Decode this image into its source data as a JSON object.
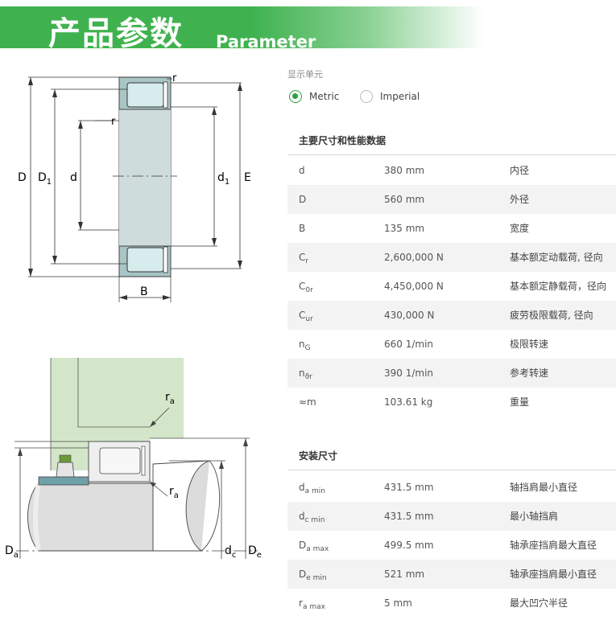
{
  "header": {
    "title_cn": "产品参数",
    "title_en": "Parameter"
  },
  "drawing": {
    "labels": {
      "D": "D",
      "D1_main": "D",
      "D1_sub": "1",
      "d": "d",
      "d1_main": "d",
      "d1_sub": "1",
      "E": "E",
      "B": "B",
      "r_top": "r",
      "r_mid": "r"
    }
  },
  "mount_drawing": {
    "labels": {
      "ra_top_main": "r",
      "ra_top_sub": "a",
      "ra_bottom_main": "r",
      "ra_bottom_sub": "a",
      "Da_main": "D",
      "Da_sub": "a",
      "dc_main": "d",
      "dc_sub": "c",
      "De_main": "D",
      "De_sub": "e"
    }
  },
  "units": {
    "label": "显示单元",
    "options": [
      "Metric",
      "Imperial"
    ],
    "selected": "Metric"
  },
  "main_dimensions": {
    "title": "主要尺寸和性能数据",
    "rows": [
      {
        "sym": "d",
        "sub": "",
        "value": "380 mm",
        "desc": "内径"
      },
      {
        "sym": "D",
        "sub": "",
        "value": "560 mm",
        "desc": "外径"
      },
      {
        "sym": "B",
        "sub": "",
        "value": "135 mm",
        "desc": "宽度"
      },
      {
        "sym": "C",
        "sub": "r",
        "value": "2,600,000 N",
        "desc": "基本额定动载荷, 径向"
      },
      {
        "sym": "C",
        "sub": "0r",
        "value": "4,450,000 N",
        "desc": "基本额定静载荷，径向"
      },
      {
        "sym": "C",
        "sub": "ur",
        "value": "430,000 N",
        "desc": "疲劳极限载荷, 径向"
      },
      {
        "sym": "n",
        "sub": "G",
        "value": "660 1/min",
        "desc": "极限转速"
      },
      {
        "sym": "n",
        "sub": "ϑr",
        "value": "390 1/min",
        "desc": "参考转速"
      },
      {
        "sym": "≈m",
        "sub": "",
        "value": "103.61 kg",
        "desc": "重量"
      }
    ]
  },
  "mounting_dimensions": {
    "title": "安装尺寸",
    "rows": [
      {
        "sym": "d",
        "sub": "a min",
        "value": "431.5 mm",
        "desc": "轴挡肩最小直径"
      },
      {
        "sym": "d",
        "sub": "c min",
        "value": "431.5 mm",
        "desc": "最小轴挡肩"
      },
      {
        "sym": "D",
        "sub": "a max",
        "value": "499.5 mm",
        "desc": "轴承座挡肩最大直径"
      },
      {
        "sym": "D",
        "sub": "e min",
        "value": "521 mm",
        "desc": "轴承座挡肩最小直径"
      },
      {
        "sym": "r",
        "sub": "a max",
        "value": "5 mm",
        "desc": "最大凹穴半径"
      }
    ]
  },
  "colors": {
    "brand_green": "#3fb24f",
    "radio_green": "#2aa241",
    "bearing_fill": "#a9c5c6",
    "roller_fill": "#d7ecec",
    "mount_bg": "#d3e6c9"
  }
}
